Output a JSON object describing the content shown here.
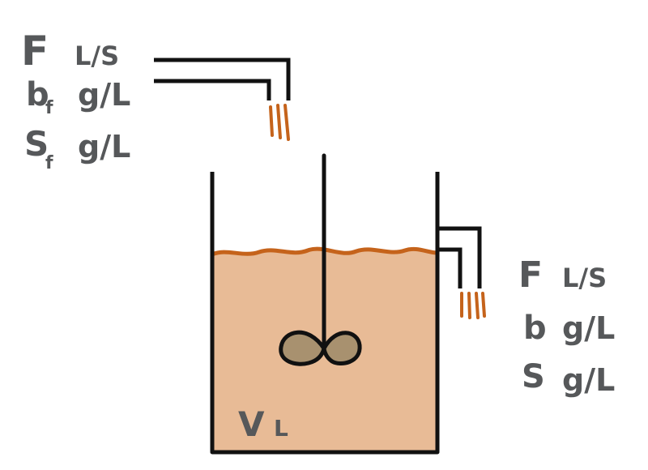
{
  "colors": {
    "ink": "#111111",
    "label": "#56585a",
    "liquid": "#e8bb96",
    "surface": "#c5631b",
    "stream": "#c5631b",
    "impeller": "#a8916f",
    "background": "#ffffff"
  },
  "inlet": {
    "flow": {
      "symbol": "F",
      "unit": "L/S"
    },
    "biomass": {
      "symbol": "b",
      "subscript": "f",
      "unit": "g/L"
    },
    "substrate": {
      "symbol": "S",
      "subscript": "f",
      "unit": "g/L"
    }
  },
  "outlet": {
    "flow": {
      "symbol": "F",
      "unit": "L/S"
    },
    "biomass": {
      "symbol": "b",
      "unit": "g/L"
    },
    "substrate": {
      "symbol": "S",
      "unit": "g/L"
    }
  },
  "tank": {
    "volume": {
      "symbol": "V",
      "unit": "L"
    }
  }
}
